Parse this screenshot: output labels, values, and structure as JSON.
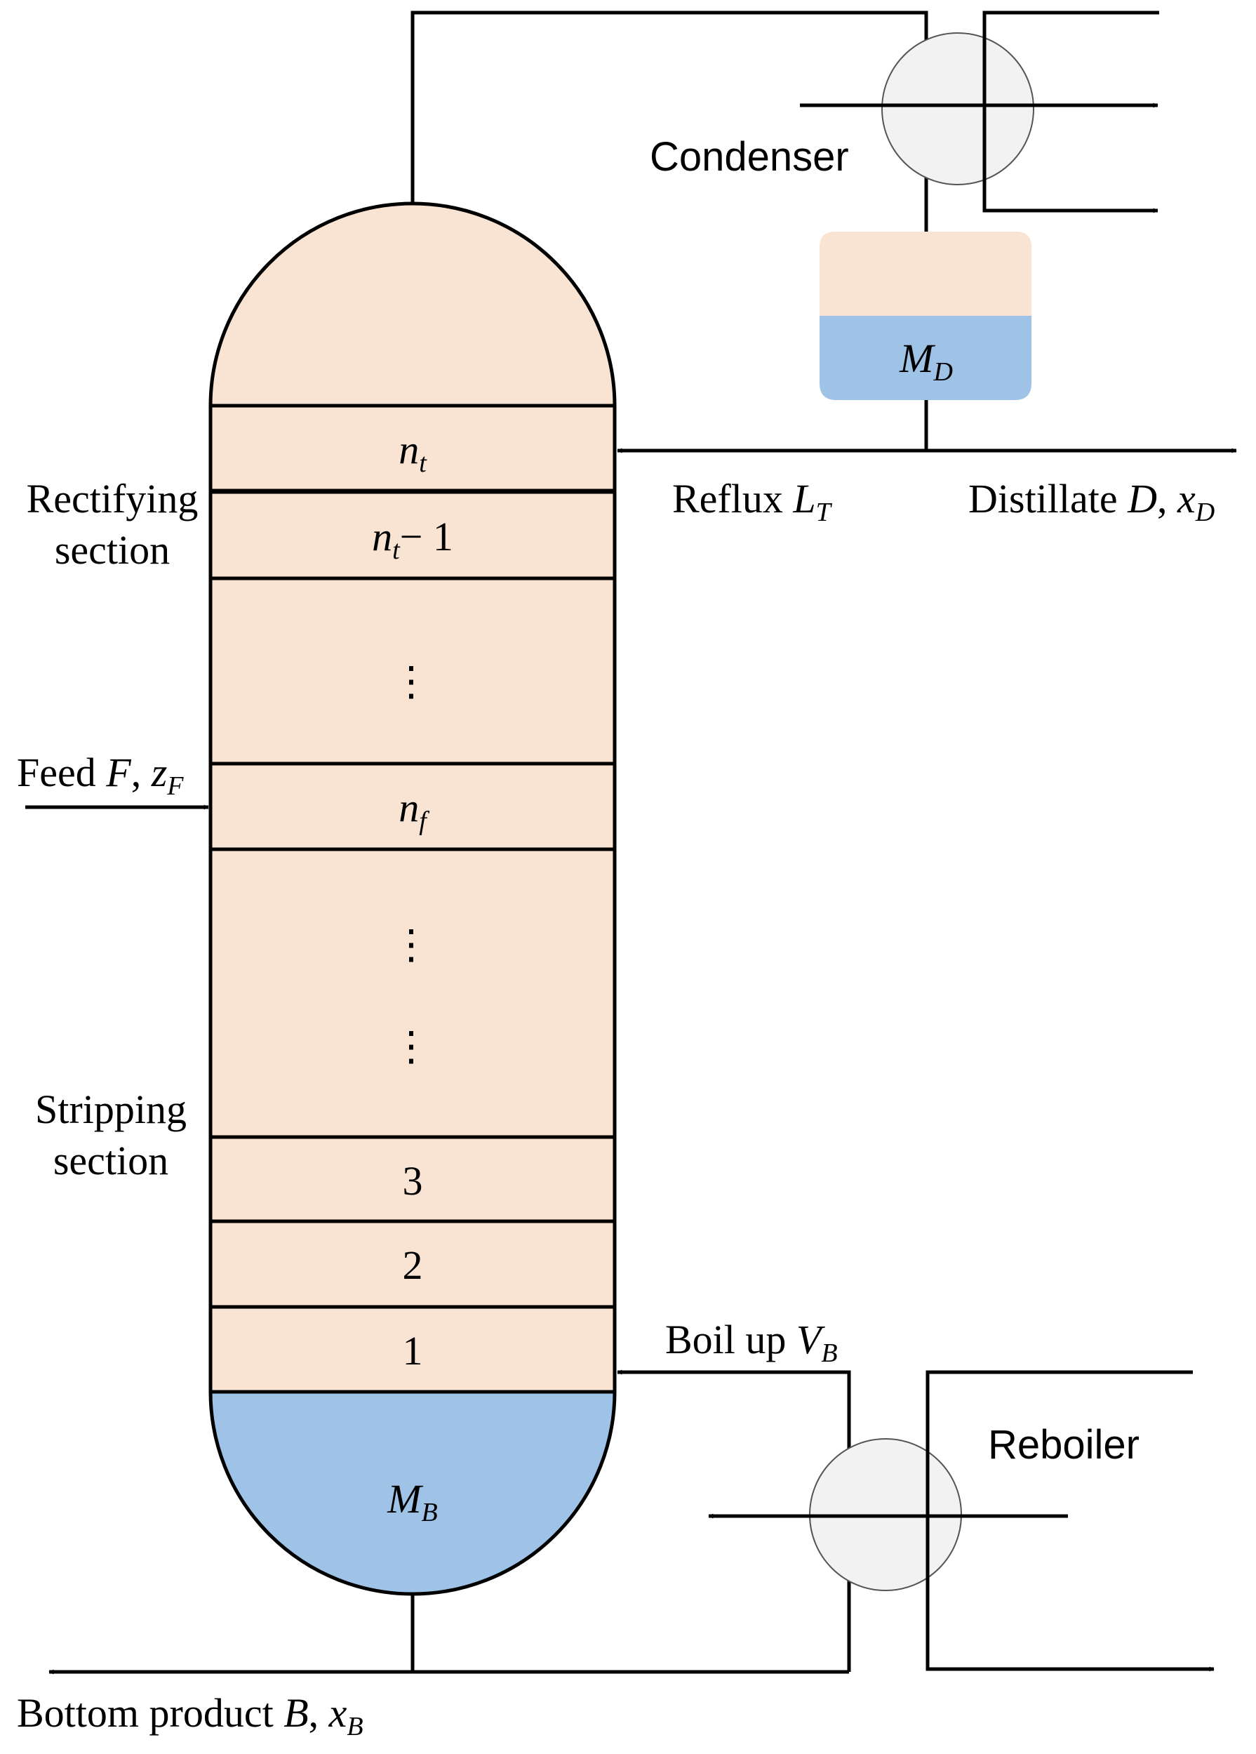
{
  "colors": {
    "vapor_fill": "#f9e4d4",
    "liquid_fill": "#9fc3e7",
    "exchanger_fill": "#f2f2f2",
    "line": "#000000"
  },
  "labels": {
    "condenser": "Condenser",
    "reboiler": "Reboiler",
    "rectifying_line1": "Rectifying",
    "rectifying_line2": "section",
    "stripping_line1": "Stripping",
    "stripping_line2": "section",
    "feed_text": "Feed",
    "feed_var": "F",
    "feed_sep": ",",
    "feed_var2": "z",
    "feed_var2_sub": "F",
    "reflux_text": "Reflux",
    "reflux_var": "L",
    "reflux_sub": "T",
    "distillate_text": "Distillate",
    "distillate_var": "D",
    "distillate_sep": ",",
    "distillate_var2": "x",
    "distillate_var2_sub": "D",
    "boilup_text": "Boil up",
    "boilup_var": "V",
    "boilup_sub": "B",
    "bottom_text": "Bottom product",
    "bottom_var": "B",
    "bottom_sep": ",",
    "bottom_var2": "x",
    "bottom_var2_sub": "B",
    "md_var": "M",
    "md_sub": "D",
    "mb_var": "M",
    "mb_sub": "B"
  },
  "stages": {
    "top_var": "n",
    "top_sub": "t",
    "second_var": "n",
    "second_sub": "t",
    "second_suffix": "− 1",
    "feed_var": "n",
    "feed_sub": "f",
    "ellipsis": "⋮",
    "three": "3",
    "two": "2",
    "one": "1"
  }
}
